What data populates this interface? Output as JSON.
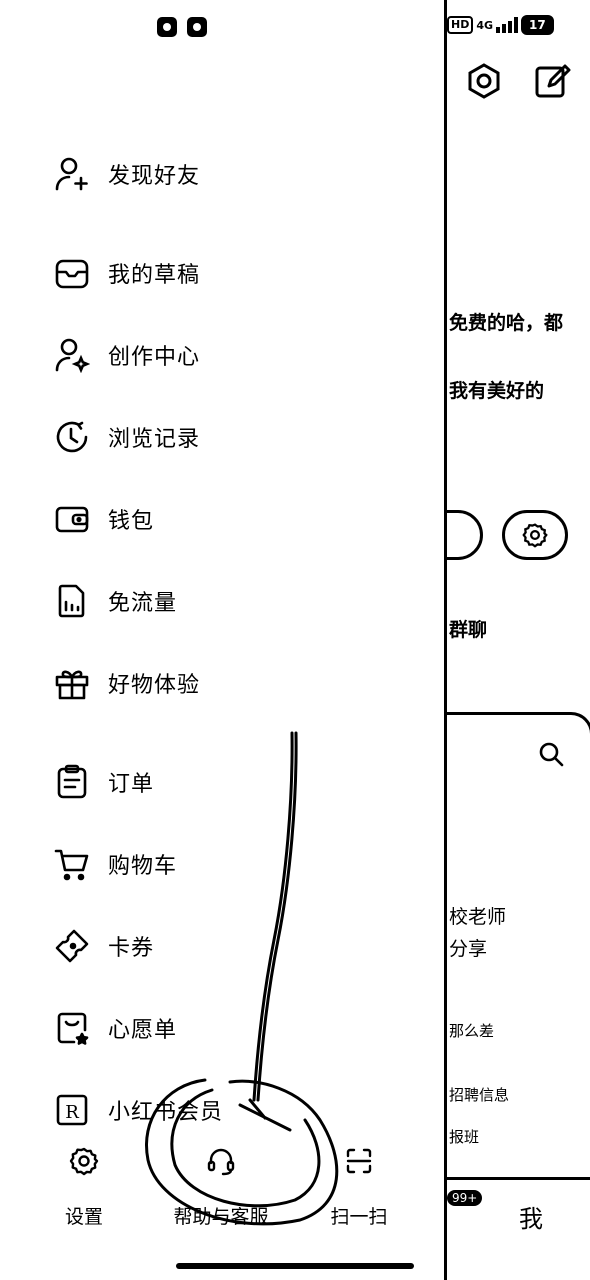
{
  "drawer": {
    "menu": [
      {
        "label": "发现好友",
        "icon": "add-friend-icon"
      },
      {
        "label": "我的草稿",
        "icon": "drafts-icon"
      },
      {
        "label": "创作中心",
        "icon": "creator-center-icon"
      },
      {
        "label": "浏览记录",
        "icon": "history-icon"
      },
      {
        "label": "钱包",
        "icon": "wallet-icon"
      },
      {
        "label": "免流量",
        "icon": "data-free-icon"
      },
      {
        "label": "好物体验",
        "icon": "gift-icon"
      },
      {
        "label": "订单",
        "icon": "order-icon"
      },
      {
        "label": "购物车",
        "icon": "cart-icon"
      },
      {
        "label": "卡券",
        "icon": "coupon-icon"
      },
      {
        "label": "心愿单",
        "icon": "wishlist-icon"
      },
      {
        "label": "小红书会员",
        "icon": "member-icon"
      }
    ],
    "bottom": [
      {
        "label": "设置",
        "icon": "gear-icon"
      },
      {
        "label": "帮助与客服",
        "icon": "headset-icon"
      },
      {
        "label": "扫一扫",
        "icon": "scan-icon"
      }
    ]
  },
  "background": {
    "status": {
      "hd": "HD",
      "network": "4G",
      "battery": "17"
    },
    "fragments": [
      "免费的哈，都",
      "我有美好的",
      "群聊",
      "校老师",
      "分享",
      "那么差",
      "招聘信息",
      "报班"
    ],
    "tab_me": "我",
    "badge": "99+"
  }
}
